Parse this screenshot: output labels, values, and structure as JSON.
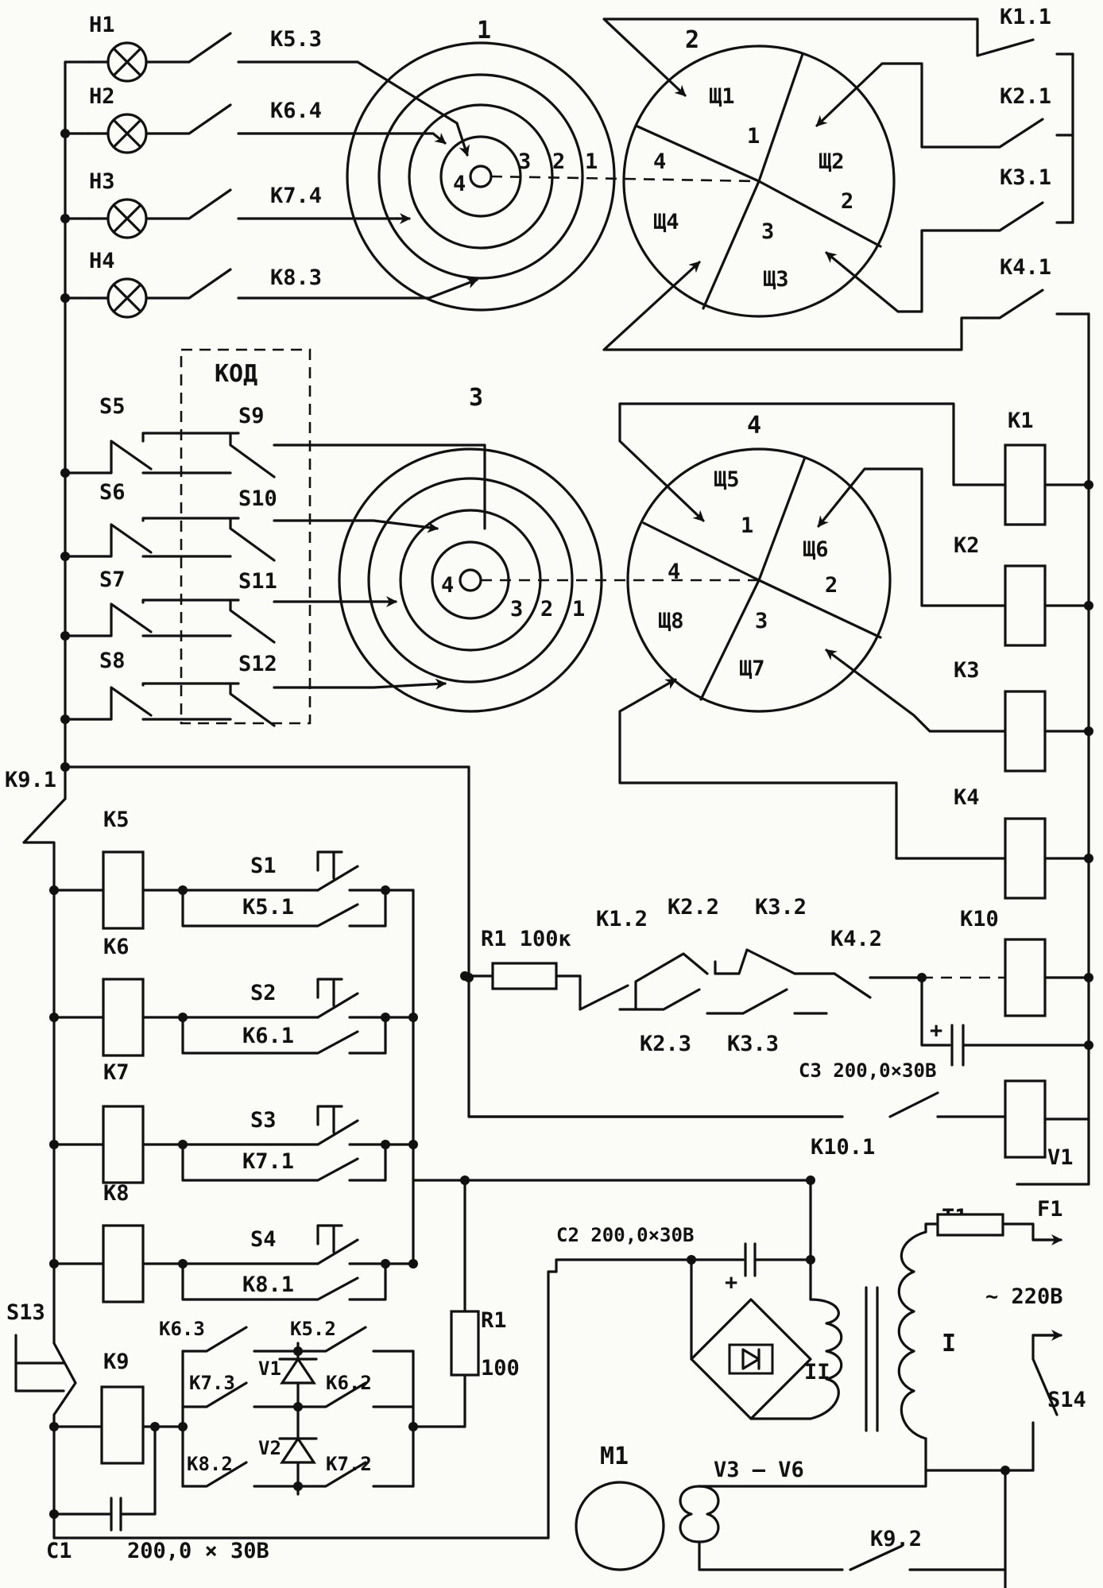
{
  "diagram": {
    "lamps": [
      "Н1",
      "Н2",
      "Н3",
      "Н4"
    ],
    "lamp_contacts": [
      "К5.3",
      "К6.4",
      "К7.4",
      "К8.3"
    ],
    "right_top_contacts": [
      "К1.1",
      "К2.1",
      "К3.1",
      "К4.1"
    ],
    "switch1": {
      "label": "1",
      "ring_numbers": [
        "4",
        "3",
        "2",
        "1"
      ]
    },
    "switch2": {
      "label": "2",
      "sector_numbers": [
        "1",
        "2",
        "3",
        "4"
      ],
      "brushes": [
        "Щ1",
        "Щ2",
        "Щ3",
        "Щ4"
      ]
    },
    "code_block": {
      "title": "КОД",
      "left_switches": [
        "S5",
        "S6",
        "S7",
        "S8"
      ],
      "right_switches": [
        "S9",
        "S10",
        "S11",
        "S12"
      ]
    },
    "switch3": {
      "label": "3",
      "ring_numbers": [
        "4",
        "3",
        "2",
        "1"
      ]
    },
    "switch4": {
      "label": "4",
      "sector_numbers": [
        "1",
        "2",
        "3",
        "4"
      ],
      "brushes": [
        "Щ5",
        "Щ6",
        "Щ7",
        "Щ8"
      ]
    },
    "relay_coils_right": [
      "К1",
      "К2",
      "К3",
      "К4"
    ],
    "k9_contact": "К9.1",
    "left_relays": [
      "К5",
      "К6",
      "К7",
      "К8"
    ],
    "buttons": [
      "S1",
      "S2",
      "S3",
      "S4"
    ],
    "self_hold_contacts": [
      "К5.1",
      "К6.1",
      "К7.1",
      "К8.1"
    ],
    "timer_chain": {
      "resistor": "R1 100к",
      "contacts_top": [
        "К1.2",
        "К2.2",
        "К3.2",
        "К4.2"
      ],
      "contacts_bottom": [
        "К2.3",
        "К3.3"
      ],
      "relay": "К10",
      "capacitor": "С3 200,0×30В",
      "contact": "К10.1",
      "relay2": "V1",
      "plus": "+"
    },
    "bottom_left": {
      "switch": "S13",
      "relay": "К9",
      "contacts_left": [
        "К6.3",
        "К7.3",
        "К8.2"
      ],
      "contacts_right": [
        "К5.2",
        "К6.2",
        "К7.2"
      ],
      "diodes": [
        "V1",
        "V2"
      ],
      "capacitor_label": "С1",
      "capacitor_value": "200,0 × 30В"
    },
    "resistor_r1": [
      "R1",
      "100"
    ],
    "power": {
      "capacitor": "С2 200,0×30В",
      "plus": "+",
      "bridge": "V3 – V6",
      "winding2": "II",
      "winding1": "I",
      "transformer": "Т1",
      "fuse": "F1",
      "mains": "~ 220В",
      "switch": "S14"
    },
    "motor": "М1",
    "motor_contact": "К9.2"
  }
}
